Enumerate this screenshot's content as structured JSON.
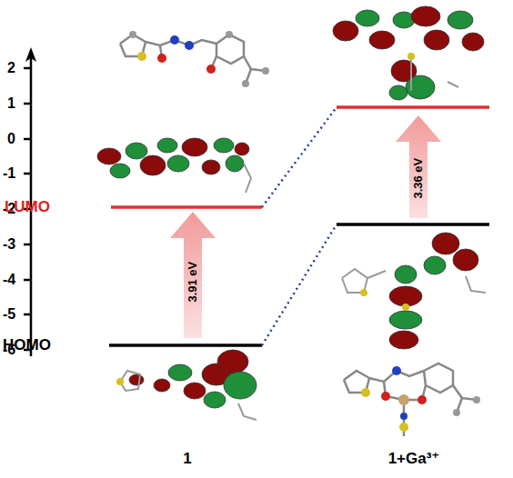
{
  "diagram": {
    "labels": [
      "2",
      "1",
      "0",
      "-1",
      "-2",
      "-3",
      "-4",
      "-5",
      "-6",
      "LUMO",
      "HOMO",
      "3.91 eV",
      "3.36 eV",
      "1",
      "1+Ga³⁺"
    ]
  }
}
